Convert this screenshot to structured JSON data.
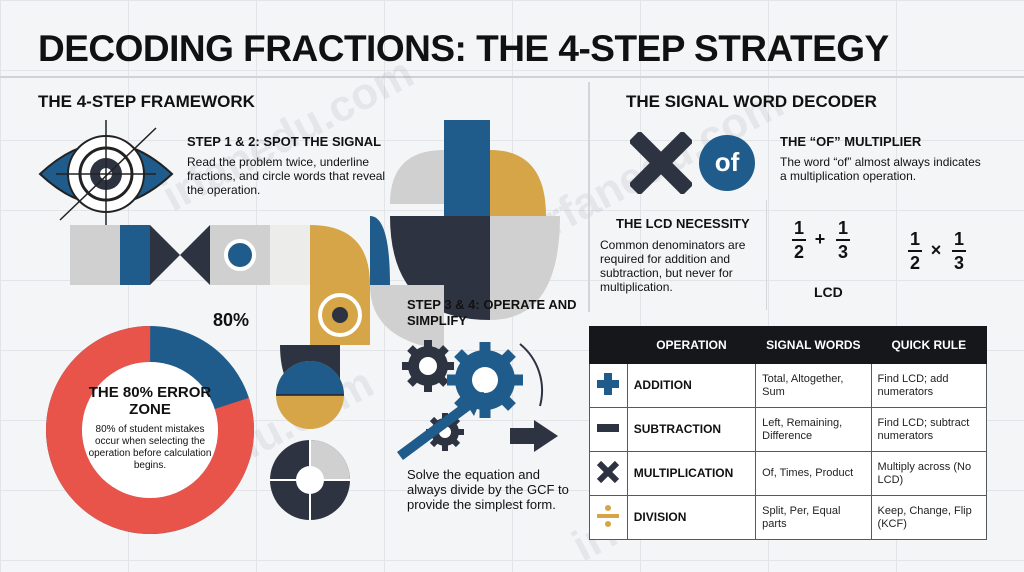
{
  "title": "DECODING FRACTIONS: THE 4-STEP STRATEGY",
  "framework": {
    "heading": "THE 4-STEP FRAMEWORK",
    "step12_title": "STEP 1 & 2: SPOT THE SIGNAL",
    "step12_body": "Read the problem twice, underline fractions, and circle words that reveal the operation.",
    "step34_title": "STEP 3 & 4: OPERATE AND SIMPLIFY",
    "step34_body": "Solve the equation and always divide by the GCF to provide the simplest form."
  },
  "error_zone": {
    "percent_label": "80%",
    "percent_value": 80,
    "title": "THE 80% ERROR ZONE",
    "body": "80% of student mistakes occur when selecting the operation before calculation begins.",
    "colors": {
      "filled": "#e9544a",
      "rest": "#1f5c8b"
    }
  },
  "decoder": {
    "heading": "THE SIGNAL WORD DECODER",
    "of_badge": "of",
    "of_title": "THE “OF” MULTIPLIER",
    "of_body": "The word “of” almost always indicates a multiplication operation.",
    "lcd_title": "THE LCD NECESSITY",
    "lcd_body": "Common denominators are required for addition and subtraction, but never for multiplication.",
    "lcd_label": "LCD",
    "frac_add": {
      "n1": "1",
      "d1": "2",
      "op": "+",
      "n2": "1",
      "d2": "3"
    },
    "frac_mul": {
      "n1": "1",
      "d1": "2",
      "op": "×",
      "n2": "1",
      "d2": "3"
    }
  },
  "table": {
    "headers": [
      "OPERATION",
      "SIGNAL WORDS",
      "QUICK RULE"
    ],
    "rows": [
      {
        "icon": "plus-icon",
        "operation": "ADDITION",
        "signal_words": "Total, Altogether, Sum",
        "quick_rule": "Find LCD; add numerators"
      },
      {
        "icon": "minus-icon",
        "operation": "SUBTRACTION",
        "signal_words": "Left, Remaining, Difference",
        "quick_rule": "Find LCD; subtract numerators"
      },
      {
        "icon": "times-icon",
        "operation": "MULTIPLICATION",
        "signal_words": "Of, Times, Product",
        "quick_rule": "Multiply across (No LCD)"
      },
      {
        "icon": "divide-icon",
        "operation": "DIVISION",
        "signal_words": "Split, Per, Equal parts",
        "quick_rule": "Keep, Change, Flip (KCF)"
      }
    ]
  },
  "watermark": "irfanedu.com",
  "colors": {
    "navy": "#1f5c8b",
    "dark": "#2d3340",
    "gold": "#d6a548",
    "red": "#e9544a",
    "grey": "#cfd0cf"
  }
}
